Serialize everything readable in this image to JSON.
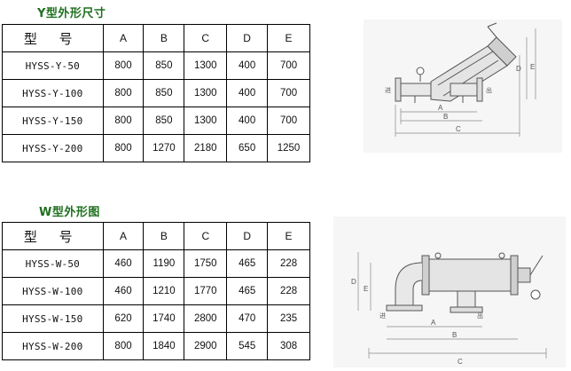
{
  "y_section": {
    "heading": "Y型外形尺寸",
    "columns": [
      "型 号",
      "A",
      "B",
      "C",
      "D",
      "E"
    ],
    "rows": [
      {
        "model": "HYSS-Y-50",
        "values": [
          "800",
          "850",
          "1300",
          "400",
          "700"
        ]
      },
      {
        "model": "HYSS-Y-100",
        "values": [
          "800",
          "850",
          "1300",
          "400",
          "700"
        ]
      },
      {
        "model": "HYSS-Y-150",
        "values": [
          "800",
          "850",
          "1300",
          "400",
          "700"
        ]
      },
      {
        "model": "HYSS-Y-200",
        "values": [
          "800",
          "1270",
          "2180",
          "650",
          "1250"
        ]
      }
    ],
    "drawing_labels": {
      "A": "A",
      "B": "B",
      "C": "C",
      "D": "D",
      "E": "E",
      "in": "进",
      "out": "出"
    }
  },
  "w_section": {
    "heading": "W型外形图",
    "columns": [
      "型 号",
      "A",
      "B",
      "C",
      "D",
      "E"
    ],
    "rows": [
      {
        "model": "HYSS-W-50",
        "values": [
          "460",
          "1190",
          "1750",
          "465",
          "228"
        ]
      },
      {
        "model": "HYSS-W-100",
        "values": [
          "460",
          "1210",
          "1770",
          "465",
          "228"
        ]
      },
      {
        "model": "HYSS-W-150",
        "values": [
          "620",
          "1740",
          "2800",
          "470",
          "235"
        ]
      },
      {
        "model": "HYSS-W-200",
        "values": [
          "800",
          "1840",
          "2900",
          "545",
          "308"
        ]
      }
    ],
    "drawing_labels": {
      "A": "A",
      "B": "B",
      "C": "C",
      "D": "D",
      "E": "E",
      "in": "进",
      "out": "出"
    }
  }
}
